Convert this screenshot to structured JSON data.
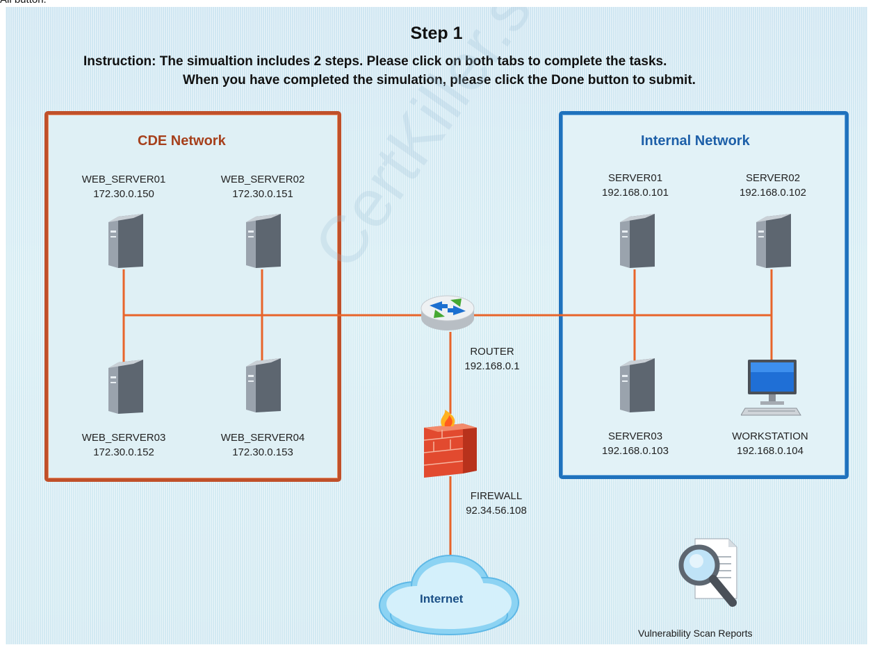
{
  "top_clip_text": "All button.",
  "header": {
    "title": "Step 1",
    "instruction_line1": "Instruction: The simualtion includes 2 steps. Please click on both tabs to complete the tasks.",
    "instruction_line2": "When you have completed the simulation, please click the Done button to submit."
  },
  "cde_network": {
    "title": "CDE Network",
    "title_color": "#a6401c",
    "border_color": "#c0502a",
    "servers": [
      {
        "name": "WEB_SERVER01",
        "ip": "172.30.0.150"
      },
      {
        "name": "WEB_SERVER02",
        "ip": "172.30.0.151"
      },
      {
        "name": "WEB_SERVER03",
        "ip": "172.30.0.152"
      },
      {
        "name": "WEB_SERVER04",
        "ip": "172.30.0.153"
      }
    ]
  },
  "internal_network": {
    "title": "Internal Network",
    "title_color": "#1d5fa8",
    "border_color": "#1f72bd",
    "hosts": [
      {
        "name": "SERVER01",
        "ip": "192.168.0.101"
      },
      {
        "name": "SERVER02",
        "ip": "192.168.0.102"
      },
      {
        "name": "SERVER03",
        "ip": "192.168.0.103"
      },
      {
        "name": "WORKSTATION",
        "ip": "192.168.0.104"
      }
    ]
  },
  "router": {
    "name": "ROUTER",
    "ip": "192.168.0.1"
  },
  "firewall": {
    "name": "FIREWALL",
    "ip": "92.34.56.108"
  },
  "internet": {
    "label": "Internet"
  },
  "scan_reports": {
    "label": "Vulnerability Scan Reports"
  },
  "link_color": "#e8642a",
  "watermark": "CertKiller.s"
}
